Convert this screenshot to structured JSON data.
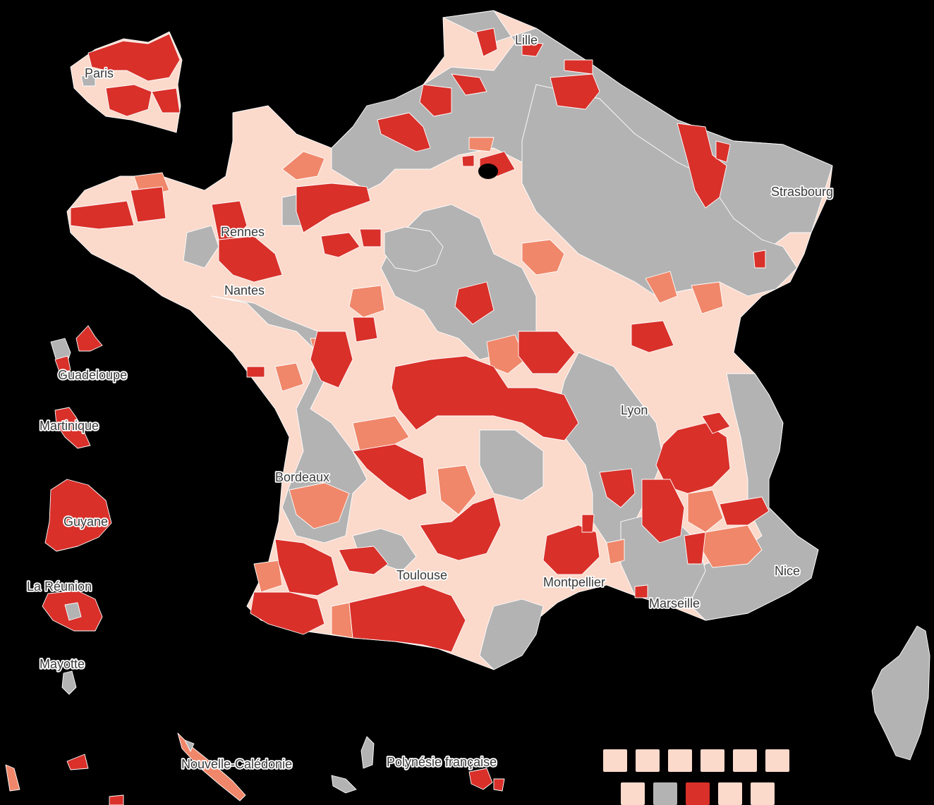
{
  "colors": {
    "background": "#000000",
    "gray": "#b3b3b3",
    "light": "#fbd9cb",
    "medium": "#f0876a",
    "dark": "#d9302a",
    "border": "#ffffff"
  },
  "labels": {
    "lille": "Lille",
    "paris": "Paris",
    "strasbourg": "Strasbourg",
    "rennes": "Rennes",
    "nantes": "Nantes",
    "guadeloupe": "Guadeloupe",
    "martinique": "Martinique",
    "lyon": "Lyon",
    "bordeaux": "Bordeaux",
    "guyane": "Guyane",
    "toulouse": "Toulouse",
    "montpellier": "Montpellier",
    "nice": "Nice",
    "la_reunion": "La Réunion",
    "marseille": "Marseille",
    "mayotte": "Mayotte",
    "nouvelle_caledonie": "Nouvelle-Calédonie",
    "polynesie": "Polynésie française"
  },
  "legend": {
    "row1": [
      "light",
      "light",
      "light",
      "light",
      "light",
      "light"
    ],
    "row2": [
      "light",
      "gray",
      "dark",
      "light",
      "light"
    ]
  }
}
